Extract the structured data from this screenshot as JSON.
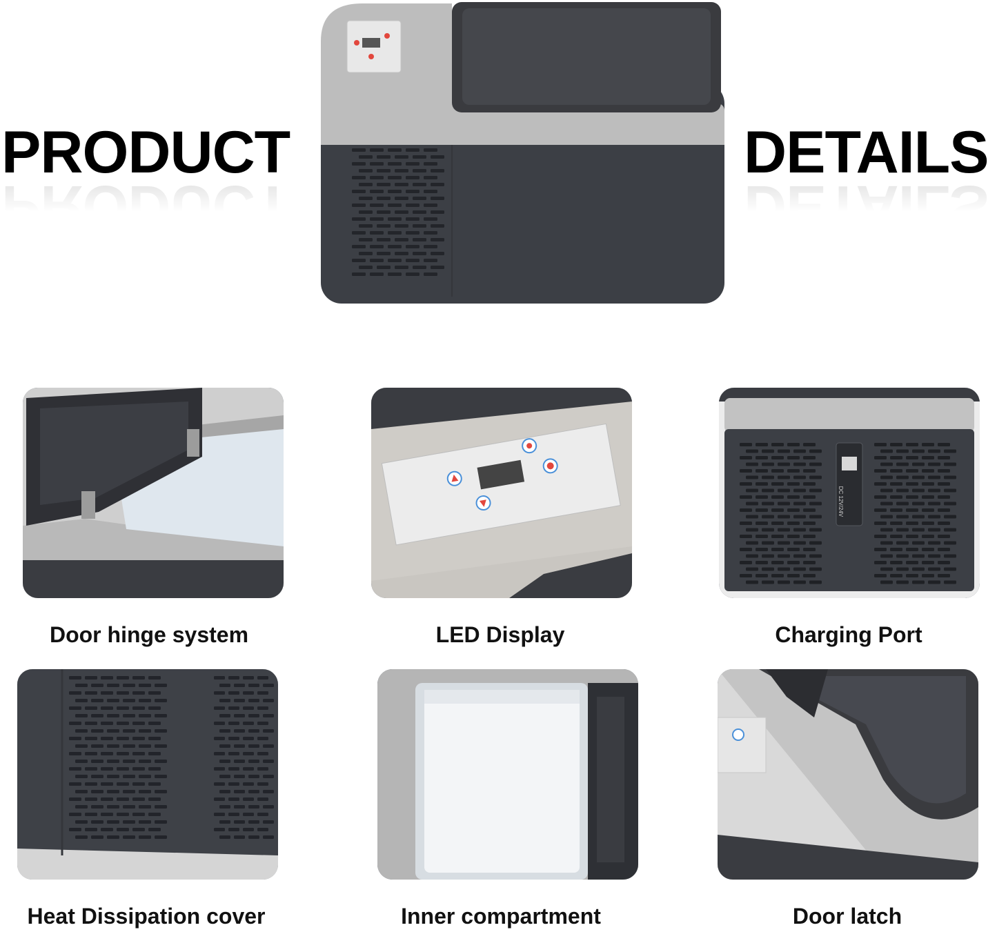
{
  "header": {
    "left_word": "PRODUCT",
    "right_word": "DETAILS"
  },
  "hero": {
    "icon": "portable-fridge-icon"
  },
  "details": [
    {
      "caption": "Door hinge system",
      "icon": "door-hinge-icon"
    },
    {
      "caption": "LED Display",
      "icon": "led-display-icon"
    },
    {
      "caption": "Charging Port",
      "icon": "charging-port-icon",
      "port_label": "DC 12V/24V"
    },
    {
      "caption": "Heat Dissipation cover",
      "icon": "vent-cover-icon"
    },
    {
      "caption": "Inner compartment",
      "icon": "compartment-icon"
    },
    {
      "caption": "Door latch",
      "icon": "door-latch-icon"
    }
  ],
  "colors": {
    "body_dark": "#3c3f45",
    "shell_grey": "#bdbdbd",
    "lid_dark": "#3a3b3f",
    "tile_border": "#9aa0a8",
    "panel_light": "#e9e9e9",
    "accent_red": "#e2473d"
  }
}
